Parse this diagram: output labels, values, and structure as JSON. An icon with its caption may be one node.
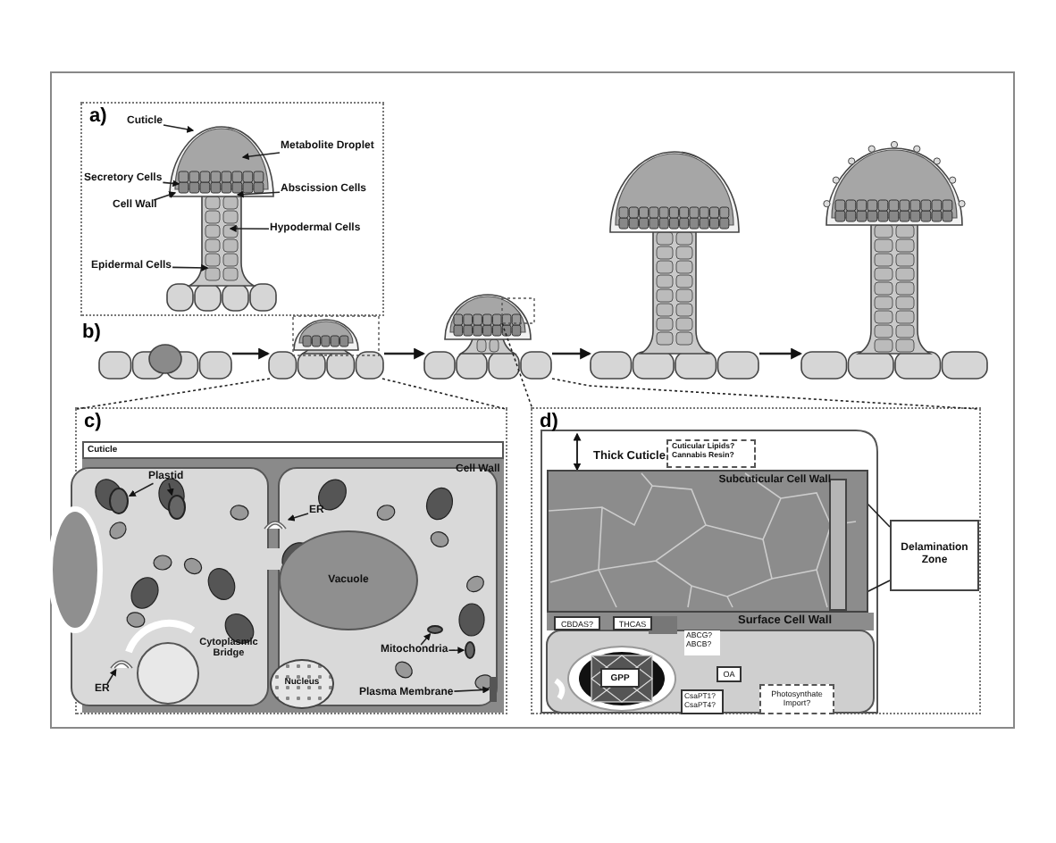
{
  "diagram": {
    "nodes": [
      {
        "text": [
          "a)"
        ]
      },
      {
        "text": [
          "Cuticle"
        ],
        "in": 0
      },
      {
        "text": [
          "Metabolite Droplet"
        ],
        "in": 0
      },
      {
        "text": [
          "Secretory Cells"
        ],
        "in": 0
      },
      {
        "text": [
          "Abscission Cells"
        ],
        "in": 0
      },
      {
        "text": [
          "Cell Wall"
        ],
        "in": 0
      },
      {
        "text": [
          "Hypodermal Cells"
        ],
        "in": 0
      },
      {
        "text": [
          "Epidermal Cells"
        ],
        "in": 0
      },
      {
        "text": [],
        "shape": "picture",
        "in": 0
      },
      {
        "text": [
          "b)"
        ]
      },
      {
        "text": [],
        "shape": "picture",
        "in": 9
      },
      {
        "text": [],
        "shape": "picture",
        "in": 9
      },
      {
        "text": [],
        "shape": "picture",
        "in": 9
      },
      {
        "text": [],
        "shape": "picture",
        "in": 9
      },
      {
        "text": [],
        "shape": "picture",
        "in": 9
      },
      {
        "text": [
          "c)"
        ]
      },
      {
        "text": [
          "Cuticle"
        ],
        "in": 15
      },
      {
        "text": [
          "Cell Wall"
        ],
        "in": 15
      },
      {
        "text": [
          "Plastid"
        ],
        "in": 15
      },
      {
        "text": [
          "ER"
        ],
        "in": 15
      },
      {
        "text": [
          "Vacuole"
        ],
        "in": 15
      },
      {
        "text": [
          "Cytoplasmic Bridge"
        ],
        "in": 15
      },
      {
        "text": [
          "ER"
        ],
        "in": 15
      },
      {
        "text": [
          "Nucleus"
        ],
        "in": 15
      },
      {
        "text": [
          "Mitochondria"
        ],
        "in": 15
      },
      {
        "text": [
          "Plasma Membrane"
        ],
        "in": 15
      },
      {
        "text": [
          "d)"
        ]
      },
      {
        "text": [
          "Thick Cuticle"
        ],
        "in": 26
      },
      {
        "text": [
          "Cuticular Lipids? Cannabis Resin?"
        ],
        "in": 26
      },
      {
        "text": [
          "Subcuticular Cell Wall"
        ],
        "in": 26
      },
      {
        "text": [
          "Surface Cell Wall"
        ],
        "in": 26
      },
      {
        "text": [
          "CBDAS?"
        ],
        "in": 26
      },
      {
        "text": [
          "THCAS"
        ],
        "in": 26
      },
      {
        "text": [
          "ABCG? ABCB?"
        ],
        "in": 26
      },
      {
        "text": [
          "OA"
        ],
        "in": 26
      },
      {
        "text": [],
        "shape": "picture",
        "in": 26
      },
      {
        "text": [
          "GPP"
        ],
        "in": 35
      },
      {
        "text": [
          "CsaPT1? CsaPT4?"
        ],
        "in": 26
      },
      {
        "text": [
          "Photosynthate Import?"
        ],
        "in": 26
      },
      {
        "text": [
          "Delamination Zone"
        ],
        "in": 26
      },
      {
        "text": [],
        "shape": "box",
        "in": 29
      },
      {
        "text": [],
        "shape": "circle",
        "in": 15
      },
      {
        "text": [],
        "shape": "circle",
        "in": 15
      },
      {
        "text": [],
        "shape": "picture",
        "in": 15
      },
      {
        "text": [],
        "shape": "picture",
        "in": 15
      },
      {
        "text": [],
        "shape": "circle",
        "in": 15
      },
      {
        "text": [],
        "shape": "circle",
        "in": 15
      },
      {
        "text": [],
        "shape": "bar",
        "in": 15
      }
    ],
    "edges": [
      {
        "from": 1,
        "to": 8,
        "arrow": "to"
      },
      {
        "from": 2,
        "to": 8,
        "arrow": "to"
      },
      {
        "from": 3,
        "to": 8,
        "arrow": "to"
      },
      {
        "from": 4,
        "to": 8,
        "arrow": "to"
      },
      {
        "from": 5,
        "to": 8,
        "arrow": "to"
      },
      {
        "from": 6,
        "to": 8,
        "arrow": "to"
      },
      {
        "from": 7,
        "to": 8,
        "arrow": "to"
      },
      {
        "from": 10,
        "to": 11,
        "arrow": "to"
      },
      {
        "from": 11,
        "to": 12,
        "arrow": "to"
      },
      {
        "from": 12,
        "to": 13,
        "arrow": "to"
      },
      {
        "from": 13,
        "to": 14,
        "arrow": "to"
      },
      {
        "from": 11,
        "to": 15,
        "arrow": "none",
        "style": "dashed"
      },
      {
        "from": 11,
        "to": 15,
        "arrow": "none",
        "style": "dashed"
      },
      {
        "from": 12,
        "to": 26,
        "arrow": "none",
        "style": "dashed"
      },
      {
        "from": 12,
        "to": 26,
        "arrow": "none",
        "style": "dashed"
      },
      {
        "from": 18,
        "to": 41,
        "arrow": "to"
      },
      {
        "from": 18,
        "to": 42,
        "arrow": "to"
      },
      {
        "from": 19,
        "to": 43,
        "arrow": "to"
      },
      {
        "from": 22,
        "to": 44,
        "arrow": "to"
      },
      {
        "from": 24,
        "to": 45,
        "arrow": "to"
      },
      {
        "from": 24,
        "to": 46,
        "arrow": "to"
      },
      {
        "from": 25,
        "to": 47,
        "arrow": "to"
      },
      {
        "from": 39,
        "to": 40,
        "arrow": "none"
      },
      {
        "from": 39,
        "to": 40,
        "arrow": "none"
      }
    ]
  }
}
